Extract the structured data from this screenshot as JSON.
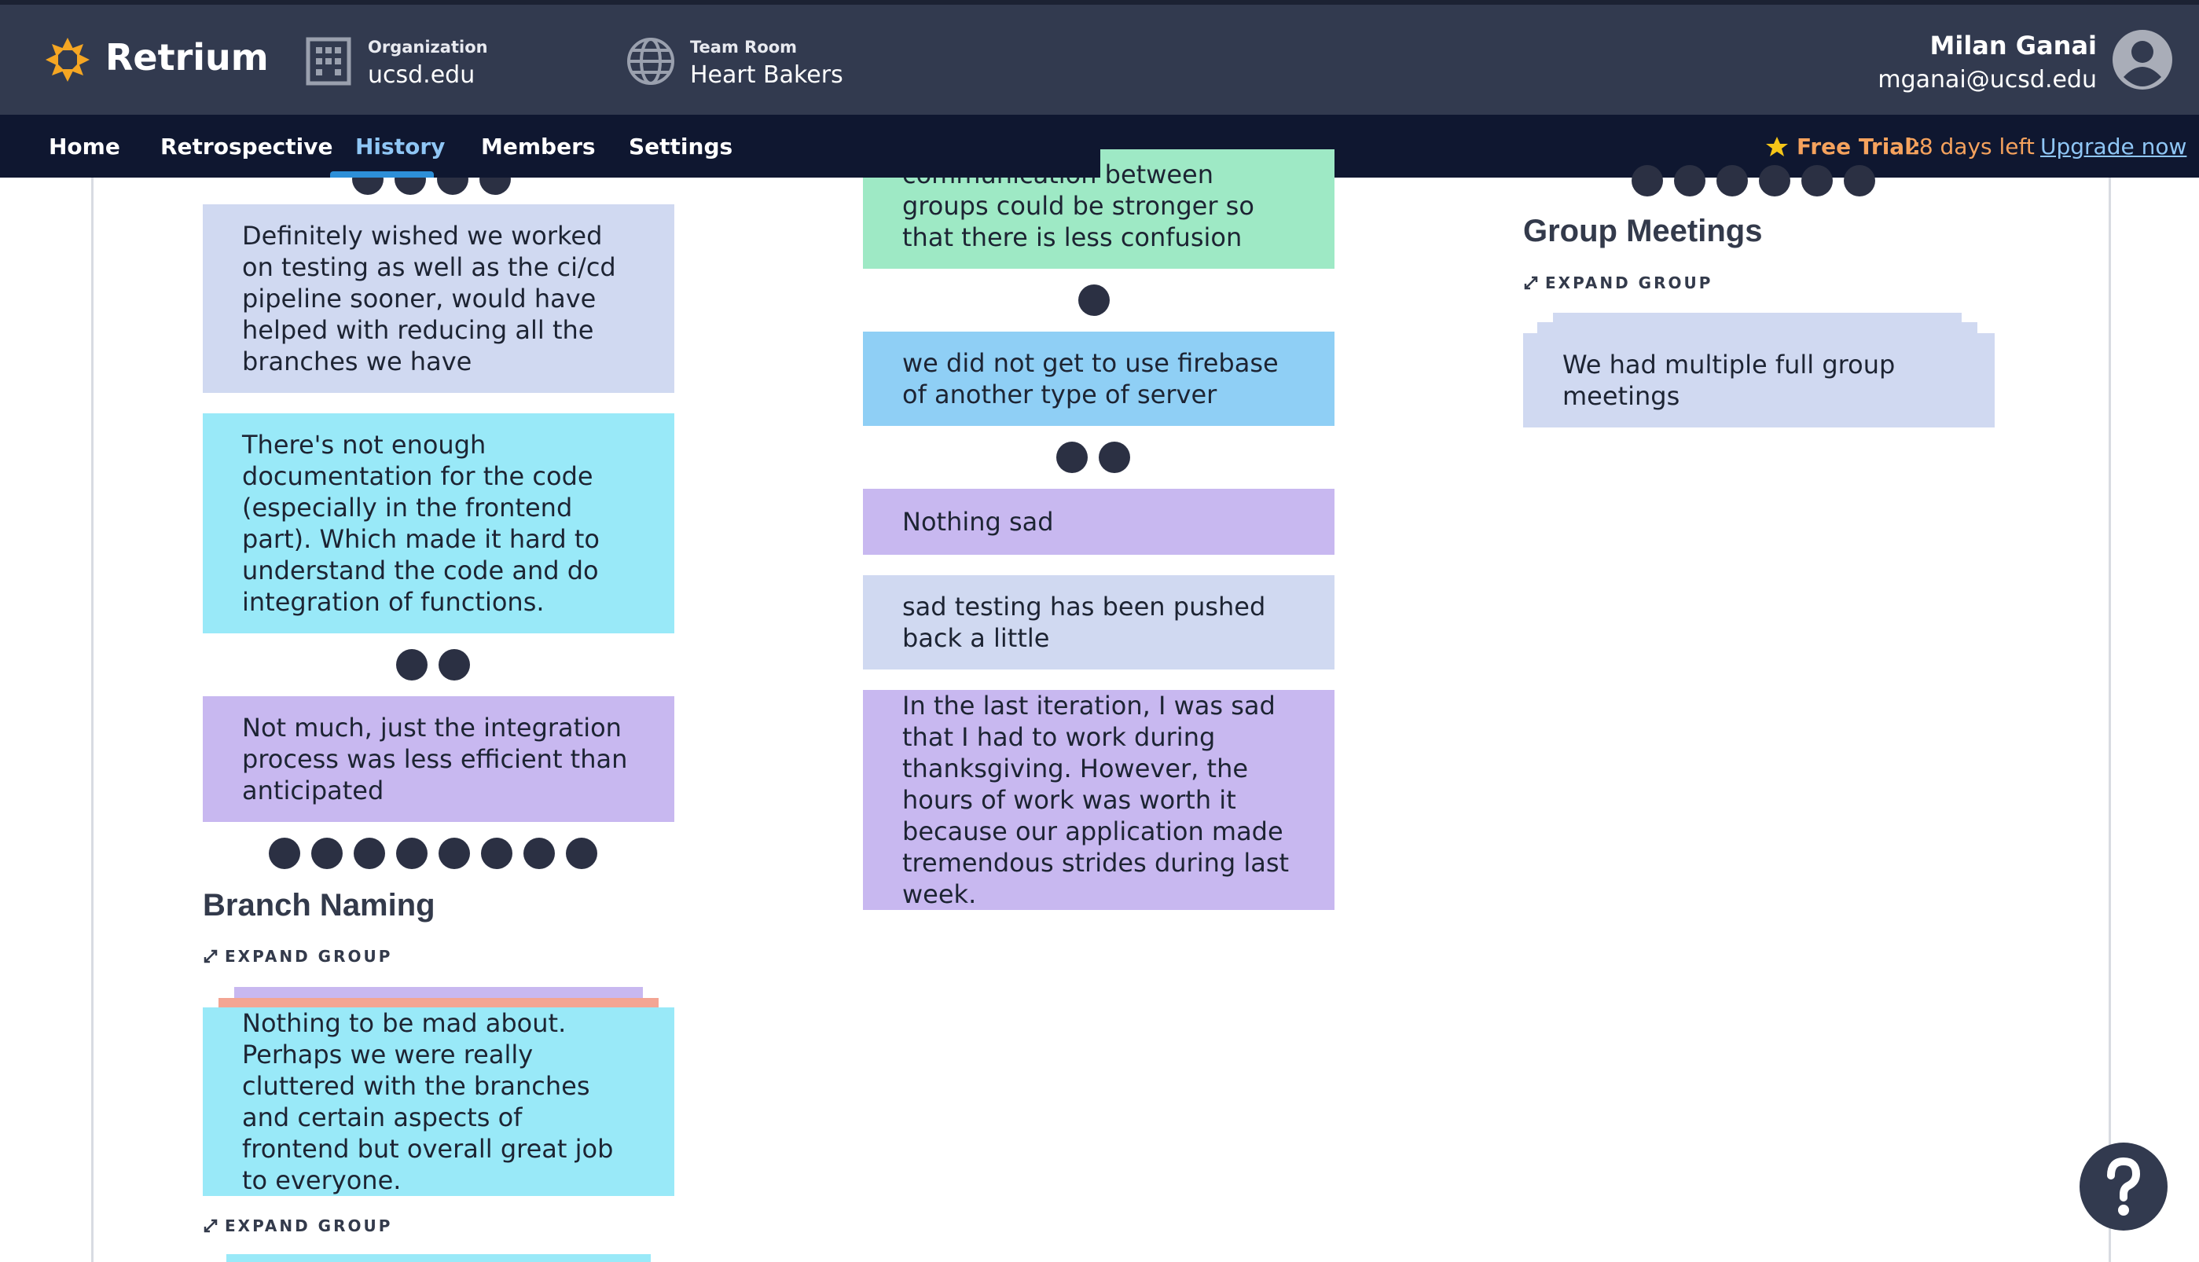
{
  "app": {
    "brand": "Retrium"
  },
  "header": {
    "org_label": "Organization",
    "org_value": "ucsd.edu",
    "room_label": "Team Room",
    "room_value": "Heart Bakers",
    "user_name": "Milan Ganai",
    "user_email": "mganai@ucsd.edu"
  },
  "nav": {
    "items": [
      "Home",
      "Retrospective",
      "History",
      "Members",
      "Settings"
    ],
    "active": "History",
    "trial_label": "Free Trial:",
    "trial_days": "28 days left",
    "upgrade": "Upgrade now"
  },
  "columns": {
    "left": {
      "cards": [
        "Definitely wished we worked on testing as well as the ci/cd pipeline sooner, would have helped with reducing all the branches we have",
        "There's not enough documentation for the code (especially in the frontend part). Which made it hard to understand the code and do integration of functions.",
        "Not much, just the integration process was less efficient than anticipated"
      ],
      "votes": [
        4,
        0,
        2,
        8
      ],
      "group": {
        "title": "Branch Naming",
        "expand": "EXPAND GROUP",
        "card": "Nothing to be mad about. Perhaps we were really cluttered with the branches and certain aspects of frontend but overall great job to everyone."
      },
      "expand_bottom": "EXPAND GROUP"
    },
    "middle": {
      "cards": [
        "communication between groups could be stronger so that there is less confusion",
        "we did not get to use firebase of another type of server",
        "Nothing sad",
        "sad testing has been pushed back a little",
        "In the last iteration, I was sad that I had to work during thanksgiving. However, the hours of work was worth it because our application made tremendous strides during last week."
      ],
      "votes": [
        1,
        2
      ]
    },
    "right": {
      "votes": 6,
      "group": {
        "title": "Group Meetings",
        "expand": "EXPAND GROUP",
        "card": "We had multiple full group meetings"
      }
    }
  },
  "colors": {
    "header_bg": "#323a4f",
    "nav_bg": "#0f1730",
    "accent": "#2d8fd8",
    "trial": "#f5a25d"
  }
}
